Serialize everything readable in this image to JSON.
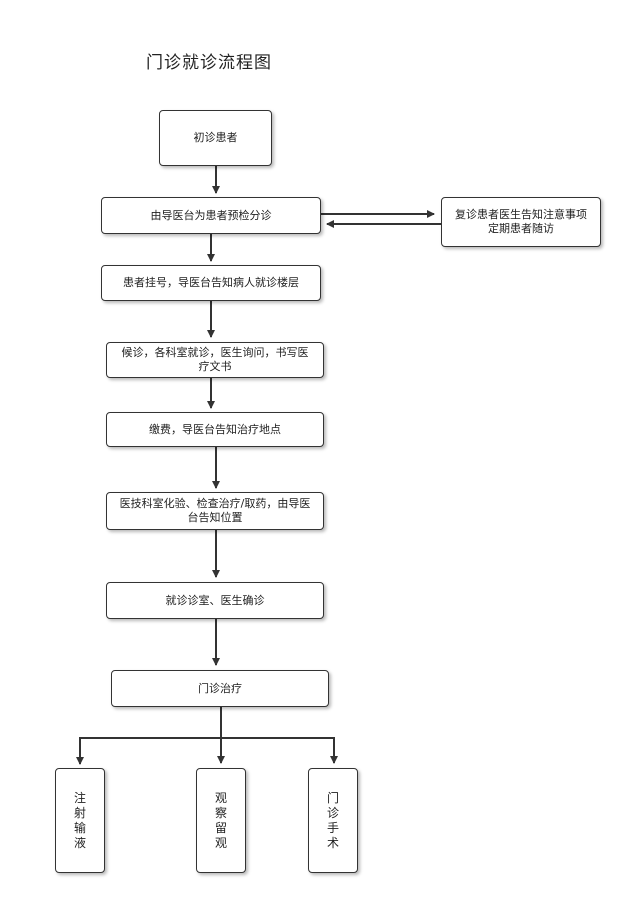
{
  "title": "门诊就诊流程图",
  "nodes": {
    "first_visit": "初诊患者",
    "pre_check": "由导医台为患者预检分诊",
    "follow_up": "复诊患者医生告知注意事项定期患者随访",
    "register": "患者挂号，导医台告知病人就诊楼层",
    "consult": "候诊，各科室就诊，医生询问，书写医疗文书",
    "payment": "缴费，导医台告知治疗地点",
    "tests": "医技科室化验、检查治疗/取药，由导医台告知位置",
    "diagnosis": "就诊诊室、医生确诊",
    "treatment": "门诊治疗",
    "injection": "注射输液",
    "observation": "观察留观",
    "surgery": "门诊手术"
  },
  "colors": {
    "line": "#333333",
    "box_border": "#333333",
    "background": "#ffffff"
  }
}
